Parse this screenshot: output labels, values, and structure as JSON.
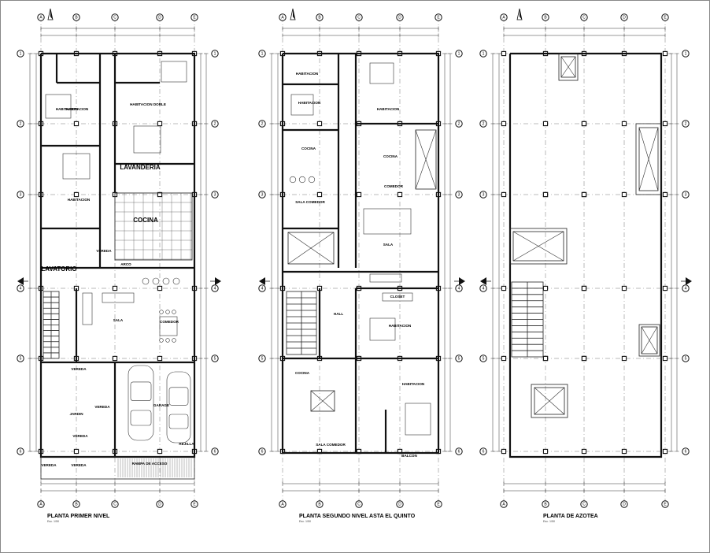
{
  "plans": [
    {
      "title": "PLANTA PRIMER NIVEL",
      "scale": "Esc. 1/50",
      "rooms": [
        "HABITACION",
        "HABITACION",
        "HABITACION DOBLE",
        "LAVANDERIA",
        "COCINA",
        "HABITACION",
        "VEREDA",
        "LAVATORIO",
        "SALA",
        "COMEDOR",
        "VEREDA",
        "VEREDA",
        "VEREDA",
        "JARDIN",
        "GARAGE",
        "VEREDA",
        "VEREDA",
        "RAMPA DE ACCESO",
        "REJILLA",
        "ARCO"
      ]
    },
    {
      "title": "PLANTA SEGUNDO NIVEL ASTA EL QUINTO",
      "scale": "Esc. 1/50",
      "rooms": [
        "HABITACION",
        "HABITACION",
        "HABITACION",
        "COCINA",
        "COCINA",
        "COMEDOR",
        "SALA COMEDOR",
        "SALA",
        "HALL",
        "HABITACION",
        "COCINA",
        "HABITACION",
        "SALA COMEDOR",
        "BALCON",
        "CLOSET"
      ]
    },
    {
      "title": "PLANTA DE AZOTEA",
      "scale": "Esc. 1/50"
    }
  ],
  "grid_letters": [
    "A",
    "B",
    "C",
    "D",
    "E"
  ],
  "grid_numbers": [
    "1",
    "2",
    "3",
    "4",
    "5",
    "6",
    "7"
  ],
  "icons": [
    "north-arrow-icon",
    "section-arrow-icon",
    "car-icon",
    "stair-icon",
    "column-icon"
  ]
}
